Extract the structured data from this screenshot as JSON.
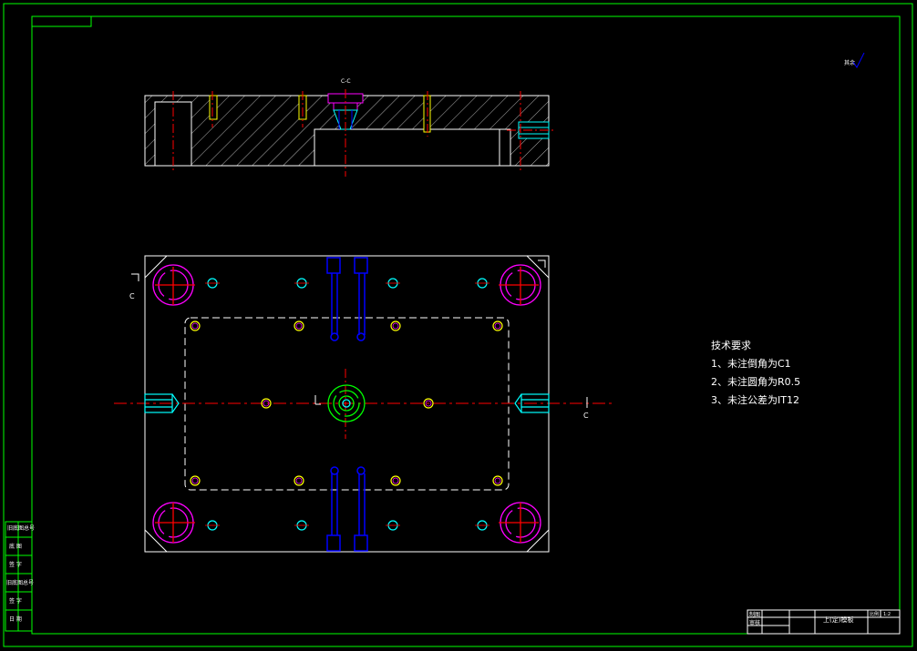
{
  "drawing": {
    "section_label": "C-C",
    "cut_label_left": "C",
    "cut_label_right": "C",
    "roughness_label": "其余",
    "technical_requirements": {
      "heading": "技术要求",
      "items": [
        "1、未注倒角为C1",
        "2、未注圆角为R0.5",
        "3、未注公差为IT12"
      ]
    },
    "left_panel_labels": [
      "旧底图总号",
      "底 图",
      "签 字",
      "旧底图总号",
      "签 字",
      "日 期"
    ],
    "title_block": {
      "part_name": "上(定)模板",
      "scale_label": "比例",
      "scale_value": "1:2",
      "row_labels": [
        "制图",
        "审核"
      ]
    },
    "colors": {
      "frame": "#00ff00",
      "outline": "#ffffff",
      "centerline": "#ff0000",
      "hidden": "#ffffff",
      "hole": "#00ffff",
      "pin": "#ffff00",
      "circle": "#ff00ff",
      "screw": "#0000ff",
      "sprue": "#00ff00"
    }
  }
}
